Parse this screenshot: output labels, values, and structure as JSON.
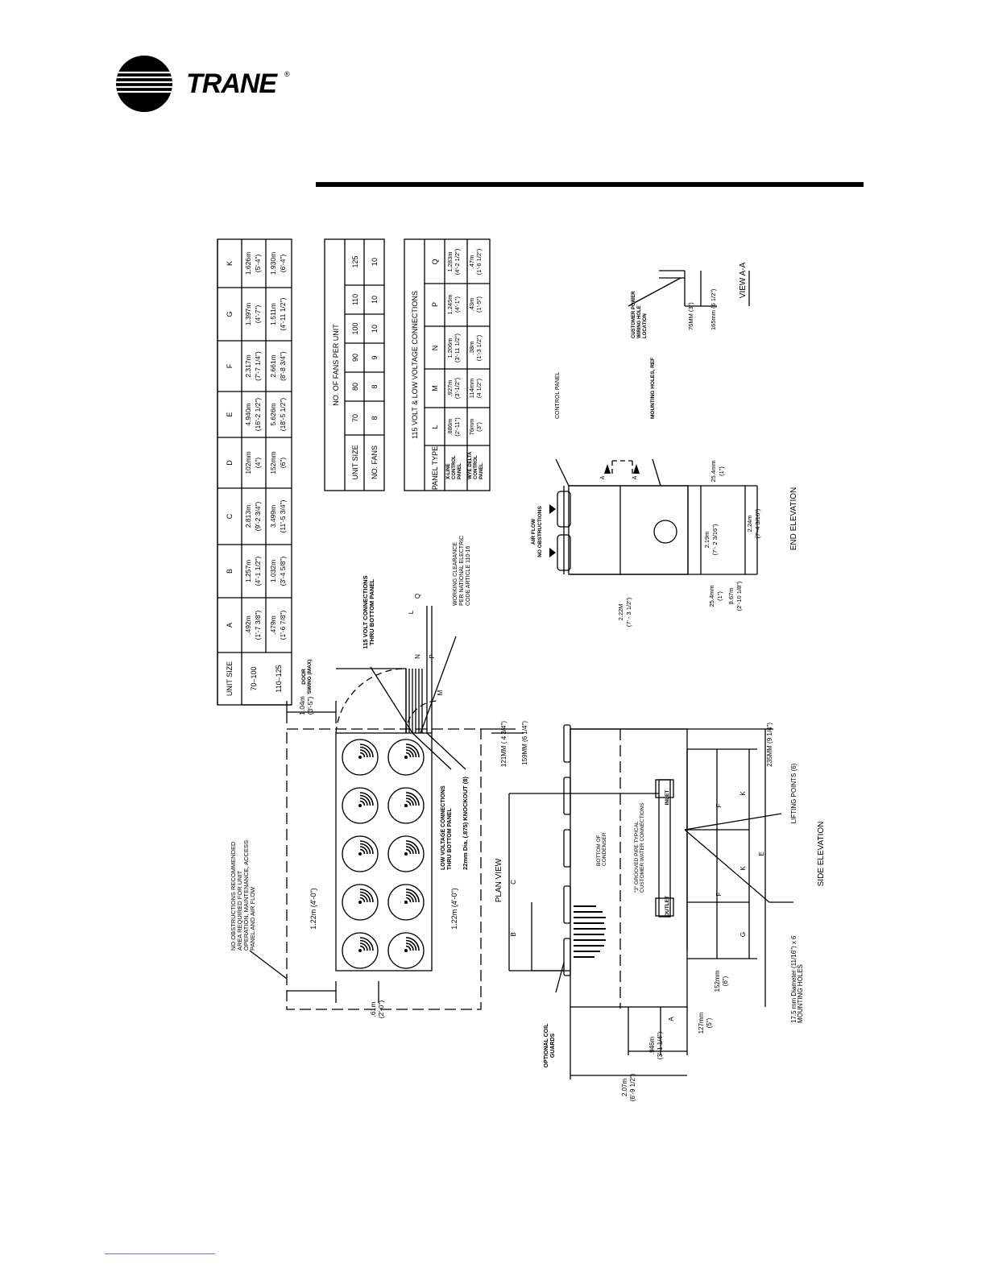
{
  "brand": {
    "name": "TRANE",
    "registered": "®"
  },
  "dims_table": {
    "headers": [
      "UNIT SIZE",
      "A",
      "B",
      "C",
      "D",
      "E",
      "F",
      "G",
      "K"
    ],
    "rows": [
      {
        "cells": [
          "70–100",
          ".492m",
          "1.257m",
          "2.813m",
          "102mm",
          "4.940m",
          "2.317m",
          "1.397m",
          "1.626m"
        ],
        "sub": [
          "",
          "(1'-7 3/8\")",
          "(4'-1 1/2\")",
          "(9'-2 3/4\")",
          "(4\")",
          "(16'-2 1/2\")",
          "(7'-7 1/4\")",
          "(4'-7\")",
          "(5'-4\")"
        ]
      },
      {
        "cells": [
          "110–125",
          ".479m",
          "1.032m",
          "3.499m",
          "152mm",
          "5.626m",
          "2.661m",
          "1.511m",
          "1.930m"
        ],
        "sub": [
          "",
          "(1'-6 7/8\")",
          "(3'-4 5/8\")",
          "(11'-5 3/4\")",
          "(6\")",
          "(18'-5 1/2\")",
          "(8'-8 3/4\")",
          "(4'-11 1/2\")",
          "(6'-4\")"
        ]
      }
    ]
  },
  "fans_table": {
    "title": "NO. OF FANS PER UNIT",
    "row_labels": [
      "UNIT SIZE",
      "NO. FANS"
    ],
    "unit_sizes": [
      "70",
      "80",
      "90",
      "100",
      "110",
      "125"
    ],
    "fans": [
      "8",
      "8",
      "9",
      "10",
      "10",
      "10"
    ]
  },
  "conn_table": {
    "title": "115 VOLT & LOW VOLTAGE CONNECTIONS",
    "headers": [
      "PANEL TYPE",
      "L",
      "M",
      "N",
      "P",
      "Q"
    ],
    "rows": [
      {
        "label": [
          "X-LINE",
          "CONTROL",
          "PANEL"
        ],
        "vals": [
          [
            ".886m",
            "(2'-11\")"
          ],
          [
            ".927m",
            "(3'-1/2\")"
          ],
          [
            "1.206m",
            "(3'-11 1/2\")"
          ],
          [
            "1.245m",
            "(4'-1\")"
          ],
          [
            "1.283m",
            "(4'-2 1/2\")"
          ]
        ]
      },
      {
        "label": [
          "WYE DELTA",
          "CONTROL",
          "PANEL"
        ],
        "vals": [
          [
            "76mm",
            "(3\")"
          ],
          [
            "114mm",
            "(4 1/2\")"
          ],
          [
            ".38m",
            "(1'-3 1/2\")"
          ],
          [
            ".43m",
            "(1'-5\")"
          ],
          [
            ".47m",
            "(1'-6 1/2\")"
          ]
        ]
      }
    ]
  },
  "plan_view": {
    "title": "PLAN VIEW",
    "clearance_note": [
      "NO OBSTRUCTIONS RECOMMENDED",
      "AREA REQUIRED FOR UNIT",
      "OPERATION, MAINTENANCE, ACCESS",
      "PANEL AND AIR FLOW"
    ],
    "dim_side_top": "1.22m (4'-0\")",
    "dim_side_bottom": "1.22m (4'-0\")",
    "dim_end": [
      ".61m",
      "(2'-0\")"
    ],
    "dim_door": [
      "1.04m",
      "(3'-5\")"
    ],
    "door_note": [
      "DOOR",
      "SWING (MAX)"
    ],
    "hv_note": [
      "115 VOLT CONNECTIONS",
      "THRU BOTTOM PANEL"
    ],
    "wc_note": [
      "WORKING CLEARANCE",
      "PER NATIONAL ELECTRIC",
      "CODE ARTICLE 110-16"
    ],
    "lv_note": [
      "LOW VOLTAGE CONNECTIONS",
      "THRU BOTTOM PANEL"
    ],
    "ko_note": "22mm Dia. (.875) KNOCKOUT (8)",
    "dim_121": "121MM ( 4 3/4\")",
    "dim_159": "159MM (6 1/4\")",
    "letters": [
      "L",
      "M",
      "N",
      "P",
      "Q"
    ]
  },
  "side_elevation": {
    "title": "SIDE ELEVATION",
    "coil_guard": [
      "OPTIONAL COIL",
      "GUARDS"
    ],
    "bottom_condenser": [
      "BOTTOM OF",
      "CONDENSER"
    ],
    "grooved_pipe": [
      "\"3\" GROOVED PIPE TYPICAL",
      "CUSTOMER WATER CONNECTIONS"
    ],
    "inlet": "INLET",
    "outlet": "OUTLET",
    "lifting": "LIFTING POINTS (6)",
    "mounting": [
      "17.5 mm Diameter (11/16\") x 6",
      "MOUNTING HOLES"
    ],
    "dim_235": "235MM (9 1/4\")",
    "dim_207": [
      "2.07m",
      "(6'-9 1/2\")"
    ],
    "dim_946": [
      ".946m",
      "(3'-1 1/4\")"
    ],
    "dim_127": [
      "127mm",
      "(5\")"
    ],
    "dim_152": [
      "152mm",
      "(6\")"
    ],
    "letters": {
      "A": "A",
      "B": "B",
      "C": "C",
      "E": "E",
      "F": "F",
      "G": "G",
      "K": "K"
    }
  },
  "end_elevation": {
    "title": "END ELEVATION",
    "airflow": [
      "AIR FLOW",
      "NO OBSTRUCTIONS"
    ],
    "control_panel": "CONTROL PANEL",
    "mounting_ref": "MOUNTING HOLES, REF",
    "section_mark": "A",
    "dim_222": [
      "2.22M",
      "(7' - 3 1/2\")"
    ],
    "dim_254a": [
      "25.4mm",
      "(1\")"
    ],
    "dim_867": [
      "8.67m",
      "(2'-10 1/8\")"
    ],
    "dim_219": [
      "2.19m",
      "(7'- 2 3/16\")"
    ],
    "dim_224": [
      "2.24m",
      "(7'-4 3/16\")"
    ],
    "dim_254b": [
      "25.4mm",
      "(1\")"
    ]
  },
  "view_aa": {
    "title": "VIEW A-A",
    "wiring": [
      "CUSTOMER POWER",
      "WIRING HOLE",
      "LOCATION"
    ],
    "dim_76": "76MM (3\")",
    "dim_165": "165mm (6 1/2\")"
  }
}
